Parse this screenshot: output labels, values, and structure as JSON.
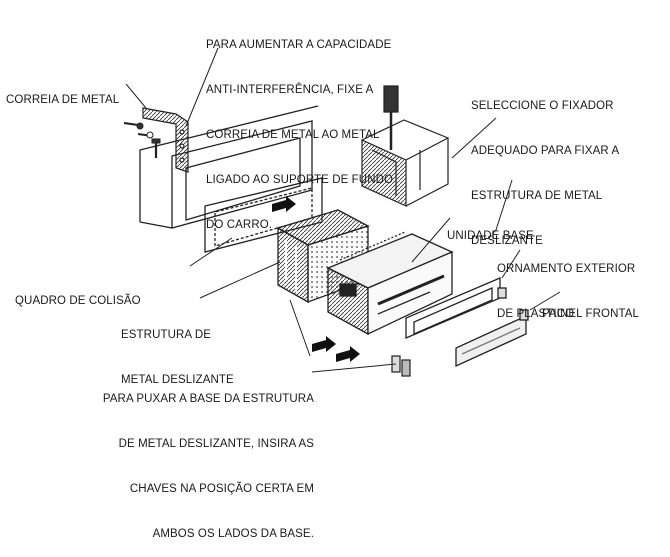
{
  "labels": {
    "correia": [
      "CORREIA DE METAL"
    ],
    "aumentar": [
      "PARA AUMENTAR A CAPACIDADE",
      "ANTI-INTERFERÊNCIA, FIXE A",
      "CORREIA DE METAL AO METAL",
      "LIGADO AO SUPORTE DE FUNDO",
      "DO CARRO."
    ],
    "fixador": [
      "SELECCIONE O FIXADOR",
      "ADEQUADO PARA FIXAR A",
      "ESTRUTURA DE METAL",
      "DESLIZANTE"
    ],
    "unidade": [
      "UNIDADE BASE"
    ],
    "ornamento": [
      "ORNAMENTO EXTERIOR",
      "DE PLÁSTICO"
    ],
    "painel": [
      "PAINEL FRONTAL"
    ],
    "quadro": [
      "QUADRO DE COLISÃO"
    ],
    "estrutura": [
      "ESTRUTURA DE",
      "METAL DESLIZANTE"
    ],
    "puxar": [
      "PARA PUXAR A BASE DA ESTRUTURA",
      "DE METAL DESLIZANTE, INSIRA AS",
      "CHAVES NA POSIÇÃO CERTA EM",
      "AMBOS OS LADOS DA BASE."
    ]
  }
}
